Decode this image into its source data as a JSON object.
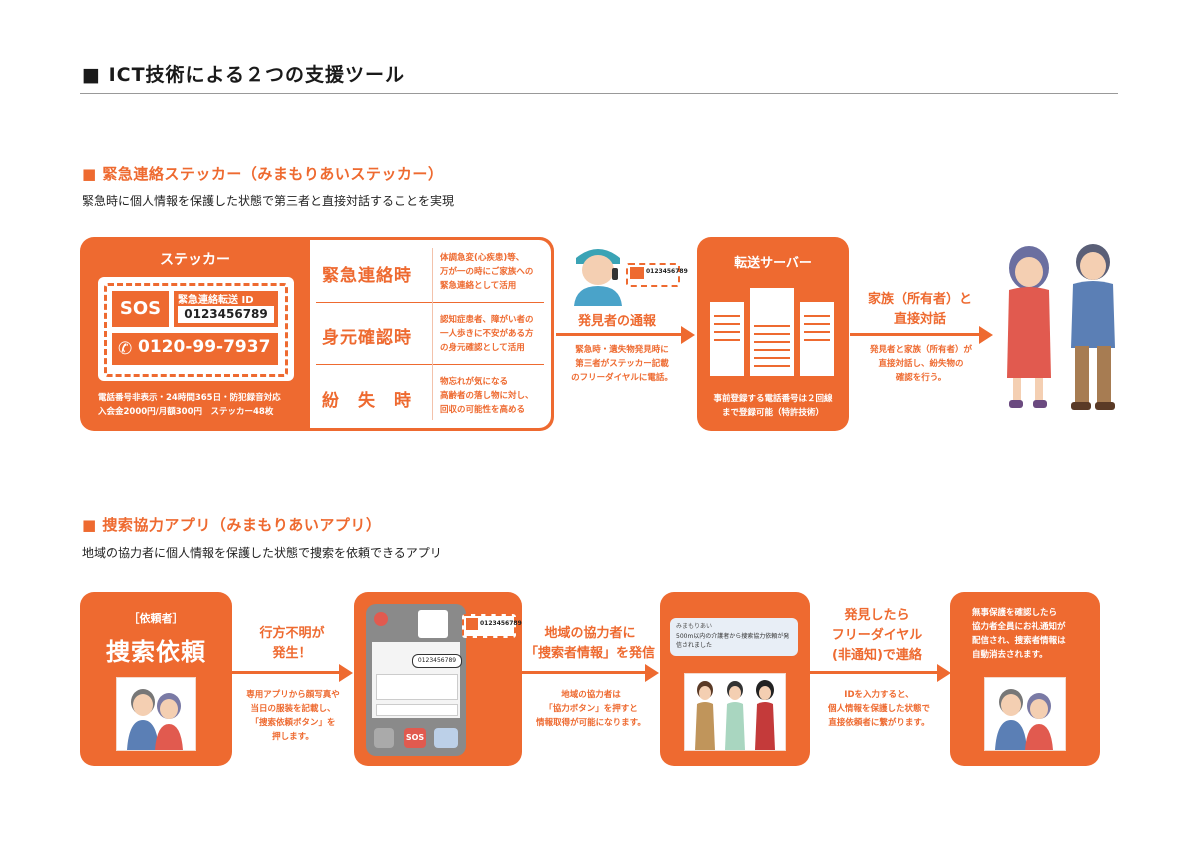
{
  "page": {
    "title": "■ ICT技術による２つの支援ツール"
  },
  "section1": {
    "title": "■ 緊急連絡ステッカー（みまもりあいステッカー）",
    "desc": "緊急時に個人情報を保護した状態で第三者と直接対話することを実現",
    "sticker": {
      "heading": "ステッカー",
      "sos": "SOS",
      "id_label": "緊急連絡転送 ID",
      "id_value": "0123456789",
      "phone": "0120-99-7937",
      "note1": "電話番号非表示・24時間365日・防犯録音対応",
      "note2": "入会金2000円/月額300円　ステッカー48枚"
    },
    "uses": [
      {
        "label": "緊急連絡時",
        "lines": [
          "体調急変(心疾患)等、",
          "万が一の時にご家族への",
          "緊急連絡として活用"
        ]
      },
      {
        "label": "身元確認時",
        "lines": [
          "認知症患者、障がい者の",
          "一人歩きに不安がある方",
          "の身元確認として活用"
        ]
      },
      {
        "label": "紛　失　時",
        "lines": [
          "物忘れが気になる",
          "高齢者の落し物に対し、",
          "回収の可能性を高める"
        ]
      }
    ],
    "finder": {
      "mini_sticker": "0123456789",
      "label": "発見者の通報",
      "lines": [
        "緊急時・遺失物発見時に",
        "第三者がステッカー記載",
        "のフリーダイヤルに電話。"
      ]
    },
    "server": {
      "heading": "転送サーバー",
      "lines": [
        "事前登録する電話番号は２回線",
        "まで登録可能（特許技術）"
      ]
    },
    "family": {
      "label_lines": [
        "家族（所有者）と",
        "直接対話"
      ],
      "lines": [
        "発見者と家族（所有者）が",
        "直接対話し、紛失物の",
        "確認を行う。"
      ]
    }
  },
  "section2": {
    "title": "■ 捜索協力アプリ（みまもりあいアプリ）",
    "desc": "地域の協力者に個人情報を保護した状態で捜索を依頼できるアプリ",
    "requester": {
      "tag": "［依頼者］",
      "big": "捜索依頼"
    },
    "step1": {
      "label_lines": [
        "行方不明が",
        "発生！"
      ],
      "lines": [
        "専用アプリから顔写真や",
        "当日の服装を記載し、",
        "「捜索依頼ボタン」を",
        "押します。"
      ]
    },
    "phone_ui": {
      "sticker_id": "0123456789",
      "id_field": "0123456789",
      "sos": "SOS"
    },
    "step2": {
      "label_lines": [
        "地域の協力者に",
        "「捜索者情報」を発信"
      ],
      "lines": [
        "地域の協力者は",
        "「協力ボタン」を押すと",
        "情報取得が可能になります。"
      ]
    },
    "notify": {
      "app": "みまもりあい",
      "text": "500m以内の介護者から捜索協力依頼が発信されました"
    },
    "step3": {
      "label_lines": [
        "発見したら",
        "フリーダイヤル",
        "(非通知)で連絡"
      ],
      "lines": [
        "IDを入力すると、",
        "個人情報を保護した状態で",
        "直接依頼者に繋がります。"
      ]
    },
    "final": {
      "lines": [
        "無事保護を確認したら",
        "協力者全員にお礼通知が",
        "配信され、捜索者情報は",
        "自動消去されます。"
      ]
    }
  },
  "colors": {
    "accent": "#ee6a30"
  }
}
